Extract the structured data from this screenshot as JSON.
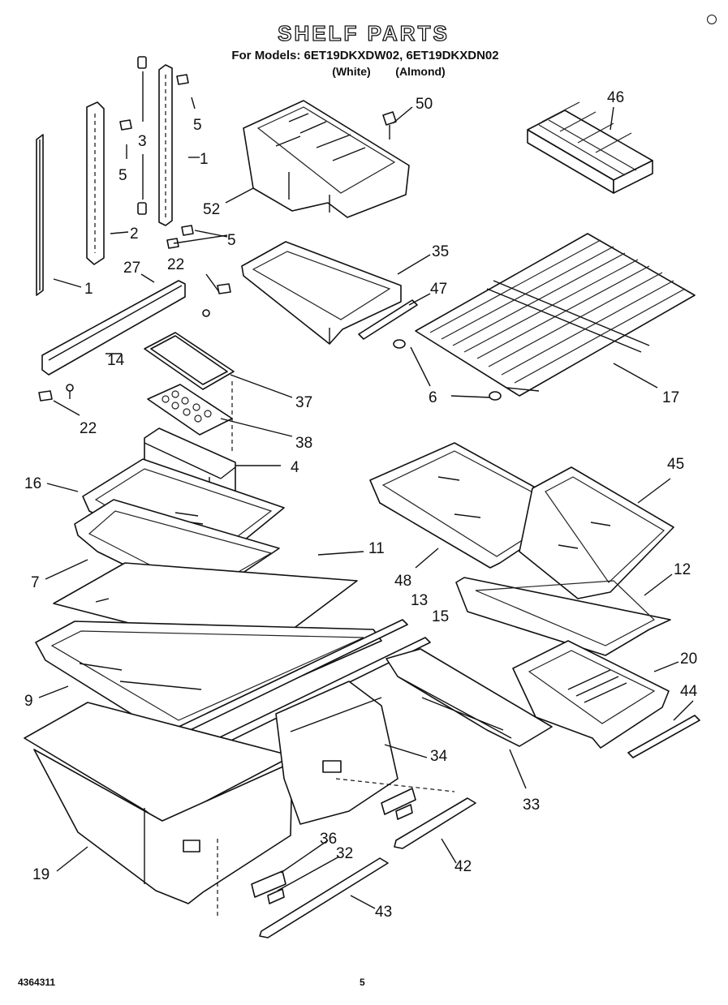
{
  "header": {
    "title": "SHELF PARTS",
    "models_line": "For Models: 6ET19DKXDW02, 6ET19DKXDN02",
    "variant_white": "(White)",
    "variant_almond": "(Almond)"
  },
  "footer": {
    "doc_number": "4364311",
    "page_number": "5"
  },
  "callouts": [
    "1",
    "1",
    "2",
    "3",
    "5",
    "5",
    "5",
    "22",
    "22",
    "27",
    "14",
    "37",
    "38",
    "4",
    "16",
    "7",
    "11",
    "9",
    "13",
    "15",
    "34",
    "19",
    "36",
    "32",
    "42",
    "43",
    "50",
    "46",
    "52",
    "35",
    "47",
    "6",
    "17",
    "45",
    "48",
    "12",
    "20",
    "44",
    "33"
  ]
}
